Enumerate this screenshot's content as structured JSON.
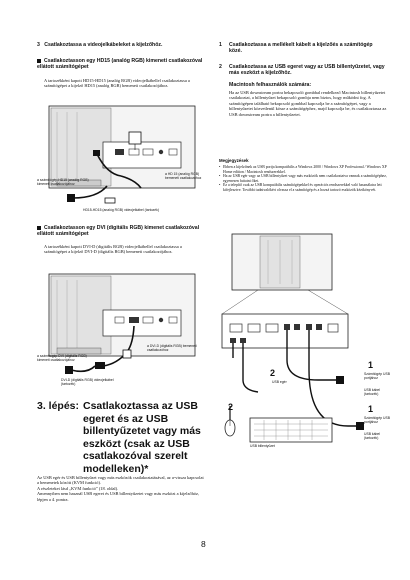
{
  "left": {
    "step3_intro": {
      "num": "3",
      "text": "Csatlakoztassa a videojelkábeleket a kijelzőhöz."
    },
    "sec_hd15": {
      "heading": "Csatlakoztasson egy HD15 (analóg RGB) kimeneti csatlakozóval ellátott számítógépet",
      "body": "A tartozékként kapott HD15-HD15 (analóg RGB) videojelkábellel csatlakoztassa a számítógépet a kijelző HD15 (analóg RGB) bemeneti csatlakozójához.",
      "label_left": "a számítógép HD15 (analóg RGB) kimeneti csatlakozójához",
      "label_right": "a HD 15 (analóg RGB) bemeneti csatlakozóhoz",
      "label_bottom": "HD15-HD15 (analóg RGB) videojelkábel (tartozék)"
    },
    "sec_dvi": {
      "heading": "Csatlakoztasson egy DVI (digitális RGB) kimenet csatlakozóval ellátott számítógépet",
      "body": "A tartozékként kapott DVI-D (digitális RGB) videojelkábellel csatlakoztassa a számítógépet a kijelző DVI-D (digitális RGB) bemeneti csatlakozójához.",
      "label_left": "a számítógép DVI (digitális RGB) kimeneti csatlakozójához",
      "label_right": "a DVI-D (digitális RGB) bemeneti csatlakozóhoz",
      "label_bottom": "DVI-D (digitális RGB) videojelkábel (tartozék)"
    },
    "step3_usb": {
      "prefix": "3. lépés:",
      "title": "Csatlakoztassa az USB egeret és az USB billentyűzetet vagy más eszközt (csak az USB csatlakozóval szerelt modelleken)",
      "marker": "*",
      "body1": "Az USB egér és USB billentyűzet vagy más eszközök csatlakoztatásával, az a-vissza kapcsolat a bemenetek között (KVM funkció).",
      "body2": "A részleteket lásd „KVM funkció” (18. oldal).",
      "body3": "Amennyiben nem használ USB egeret és USB billentyűzetet vagy más eszközt a kijelzőhöz, lépjen a 4. pontra."
    },
    "page_number": "8"
  },
  "right": {
    "item1": {
      "num": "1",
      "text": "Csatlakoztassa a mellékelt kábelt a kijelzőés a számítógép közé."
    },
    "item2": {
      "num": "2",
      "text": "Csatlakoztassa az USB egeret vagy az USB billentyűzetet, vagy más eszközt a kijelzőhöz."
    },
    "mac": {
      "title": "Macintosh felhasználók számára:",
      "body": "Ha az USB downstream portra bekapcsoló gombbal rendelkező Macintosh billentyűzetet csatlakoztat, a billentyűzet bekapcsoló gombja nem biztos, hogy működni fog. A számítógépen található bekapcsoló gombbal kapcsolja be a számítógépet, vagy a billentyűzetet közvetlenül kösse a számítógéphez, majd kapcsolja be, és csatlakoztassa az USB downstream portra a billentyűzetet."
    },
    "notes": {
      "title": "Megjegyzések",
      "items": [
        "Ebben a kijelzőnek az USB portja kompatibilis a Windows 2000 / Windows XP Professional / Windows XP Home edition / Macintosh rendszerekkel.",
        "Ha az USB egér vagy az USB billentyűzet vagy más eszközök nem csatlakoztatva vannak a számítógéphez, egyenesen futtatni őket.",
        "Ez a telepítő csak az USB kompatibilis számítógépekkel és operációs rendszerekkel való használatra lett kifejlesztve. További tudnivalókért olvassa el a számítógép és a hozzá tartozó eszközök kézikönyvét."
      ]
    },
    "fig": {
      "callout2": "2",
      "callout1a": "1",
      "callout1b": "1",
      "label_mouse": "USB egér",
      "label_keyboard": "USB billentyűzet",
      "label_r1": "Számítógép USB portjához",
      "label_r2": "USB kábel (tartozék)",
      "label_r3": "Számítógép USB portjához",
      "label_r4": "USB kábel (tartozék)"
    }
  }
}
